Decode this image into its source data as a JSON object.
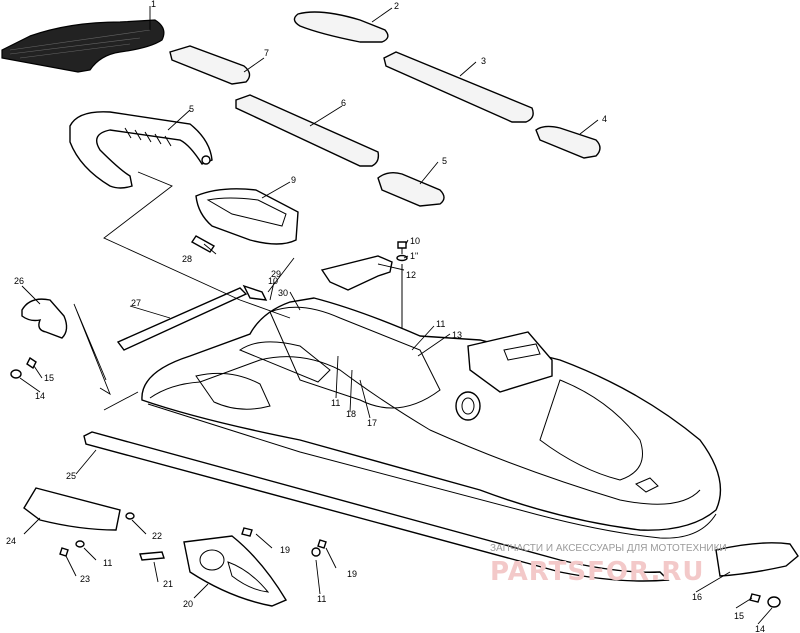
{
  "watermark": {
    "caption": "ЗАПЧАСТИ И АКСЕССУАРЫ ДЛЯ МОТОТЕХНИКИ",
    "logo": "PARTSFOR.RU"
  },
  "callouts": {
    "c1": "1",
    "c2": "2",
    "c3": "3",
    "c4": "4",
    "c5a": "5",
    "c5b": "5",
    "c6": "6",
    "c7": "7",
    "c9": "9",
    "c10a": "10",
    "c10b": "10",
    "c11a": "1\"",
    "c11b": "11",
    "c11c": "11",
    "c11d": "11",
    "c11e": "11",
    "c12": "12",
    "c13": "13",
    "c14a": "14",
    "c14b": "14",
    "c15a": "15",
    "c15b": "15",
    "c16": "16",
    "c17": "17",
    "c18": "18",
    "c19a": "19",
    "c19b": "19",
    "c20": "20",
    "c21": "21",
    "c22": "22",
    "c23": "23",
    "c24": "24",
    "c25": "25",
    "c26": "26",
    "c27": "27",
    "c28": "28",
    "c29": "29",
    "c30": "30"
  }
}
